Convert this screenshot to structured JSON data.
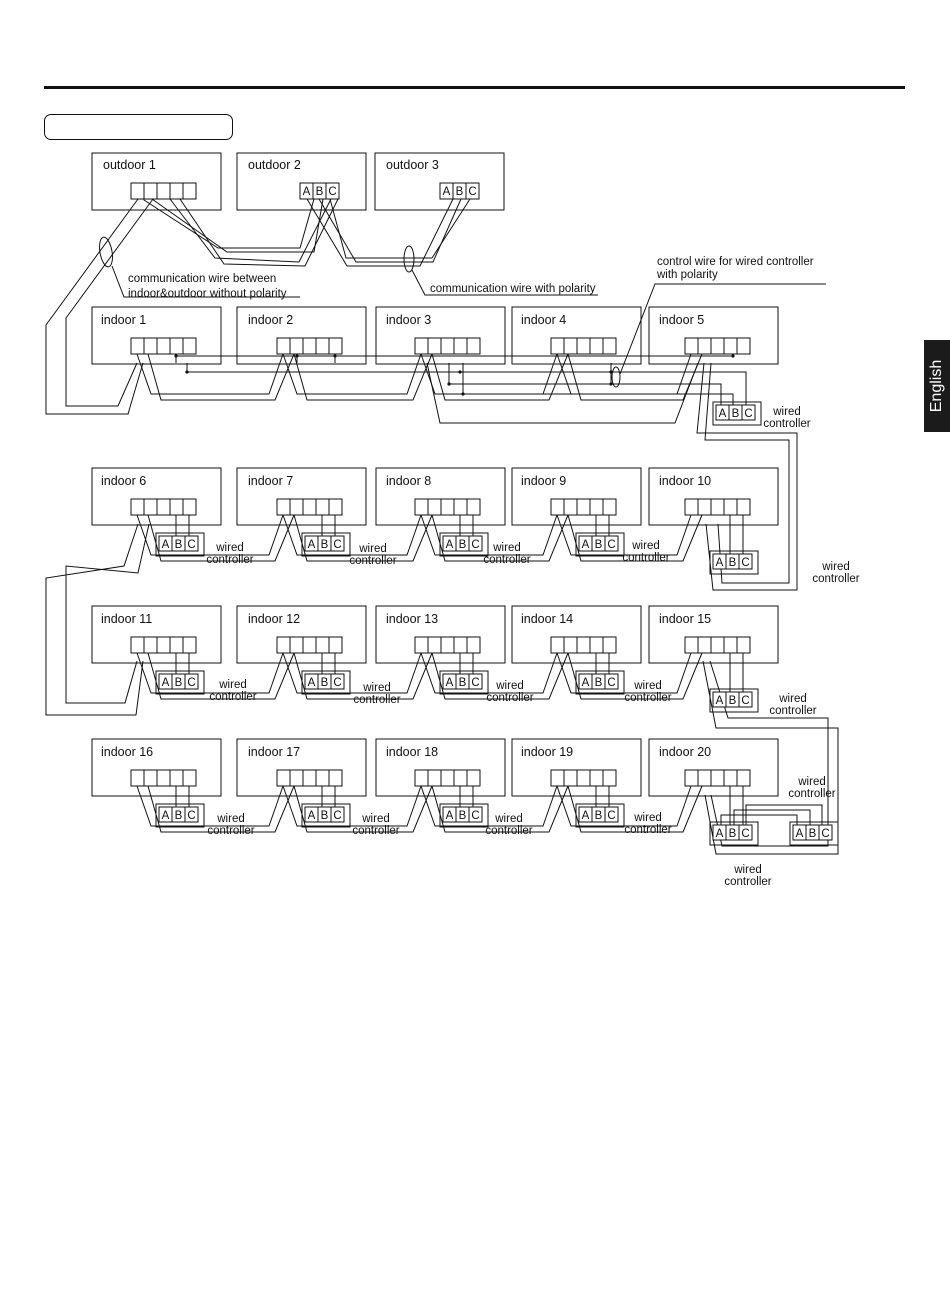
{
  "language_tab": "English",
  "outdoor_units": [
    {
      "label": "outdoor 1",
      "terminal_letters": []
    },
    {
      "label": "outdoor 2",
      "terminal_letters": [
        "A",
        "B",
        "C"
      ]
    },
    {
      "label": "outdoor 3",
      "terminal_letters": [
        "A",
        "B",
        "C"
      ]
    }
  ],
  "indoor_units": [
    "indoor 1",
    "indoor 2",
    "indoor 3",
    "indoor 4",
    "indoor 5",
    "indoor 6",
    "indoor 7",
    "indoor 8",
    "indoor 9",
    "indoor 10",
    "indoor 11",
    "indoor 12",
    "indoor 13",
    "indoor 14",
    "indoor 15",
    "indoor 16",
    "indoor 17",
    "indoor 18",
    "indoor 19",
    "indoor 20"
  ],
  "controller_terminal_letters": [
    "A",
    "B",
    "C"
  ],
  "wired_controller_label": [
    "wired",
    "controller"
  ],
  "annotations": {
    "comm_no_polarity": [
      "communication wire between",
      "indoor&outdoor without polarity"
    ],
    "comm_polarity": "communication wire with polarity",
    "control_wire": [
      "control wire for wired controller",
      "with polarity"
    ]
  }
}
